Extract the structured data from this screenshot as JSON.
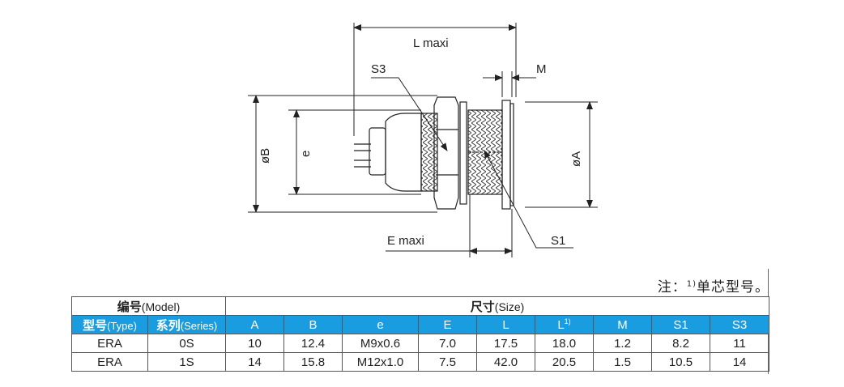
{
  "drawing": {
    "labels": {
      "l_maxi": "L maxi",
      "s3": "S3",
      "m": "M",
      "diam_b": "øB",
      "e": "e",
      "diam_a": "øA",
      "e_maxi": "E maxi",
      "s1": "S1"
    }
  },
  "note": {
    "prefix": "注：",
    "sup": "1)",
    "text": "单芯型号。"
  },
  "table": {
    "model_group": {
      "cn": "编号",
      "en": "(Model)"
    },
    "size_group": {
      "cn": "尺寸",
      "en": "(Size)"
    },
    "type_header": {
      "cn": "型号",
      "en": "(Type)"
    },
    "series_header": {
      "cn": "系列",
      "en": "(Series)"
    },
    "columns": [
      "A",
      "B",
      "e",
      "E",
      "L",
      "L",
      "M",
      "S1",
      "S3"
    ],
    "l_footnote_mark": "1)",
    "rows": [
      {
        "type": "ERA",
        "series": "0S",
        "values": [
          "10",
          "12.4",
          "M9x0.6",
          "7.0",
          "17.5",
          "18.0",
          "1.2",
          "8.2",
          "11"
        ]
      },
      {
        "type": "ERA",
        "series": "1S",
        "values": [
          "14",
          "15.8",
          "M12x1.0",
          "7.5",
          "42.0",
          "20.5",
          "1.5",
          "10.5",
          "14"
        ]
      }
    ]
  },
  "colors": {
    "header_blue": "#1a9ce0",
    "line": "#222222"
  }
}
